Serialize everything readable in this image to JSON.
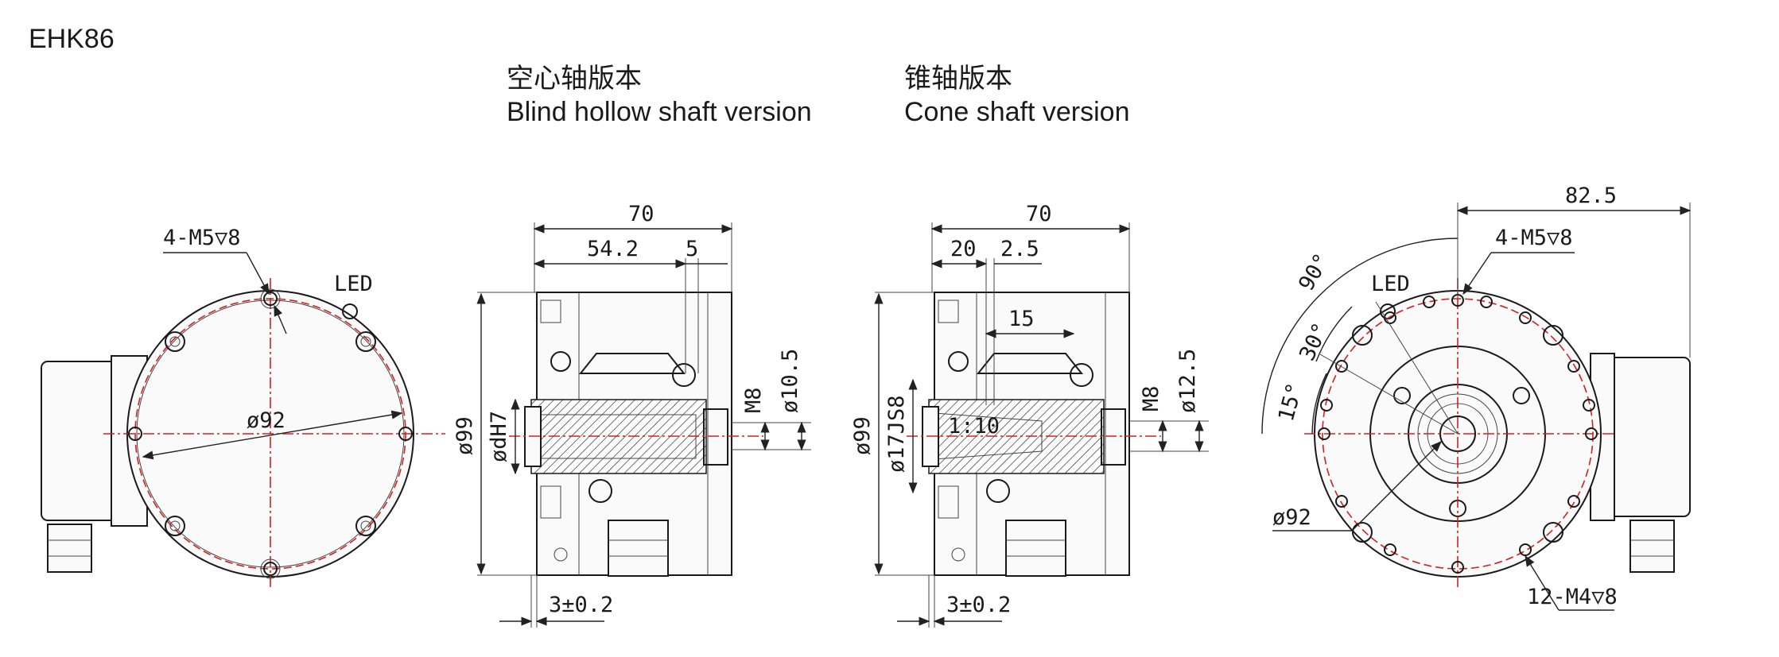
{
  "model": "EHK86",
  "views": {
    "blind_hollow": {
      "title_cn": "空心轴版本",
      "title_en": "Blind hollow shaft version"
    },
    "cone_shaft": {
      "title_cn": "锥轴版本",
      "title_en": "Cone shaft version"
    }
  },
  "front_view": {
    "hole_callout": "4-M5▽8",
    "led_label": "LED",
    "pcd_label": "ø92"
  },
  "hollow_side_view": {
    "overall_length": "70",
    "length_a": "54.2",
    "length_b": "5",
    "body_diameter": "ø99",
    "bore": "ødH7",
    "thread": "M8",
    "thread_diameter": "ø10.5",
    "flange_offset": "3±0.2"
  },
  "cone_side_view": {
    "overall_length": "70",
    "length_a": "20",
    "length_b": "2.5",
    "cone_length": "15",
    "body_diameter": "ø99",
    "cone_diameter": "ø17JS8",
    "taper": "1:10",
    "thread": "M8",
    "thread_diameter": "ø12.5",
    "flange_offset": "3±0.2"
  },
  "rear_view": {
    "overall_width": "82.5",
    "hole_callout_4": "4-M5▽8",
    "hole_callout_12": "12-M4▽8",
    "led_label": "LED",
    "pcd_label": "ø92",
    "angle_90": "90°",
    "angle_30": "30°",
    "angle_15": "15°"
  }
}
